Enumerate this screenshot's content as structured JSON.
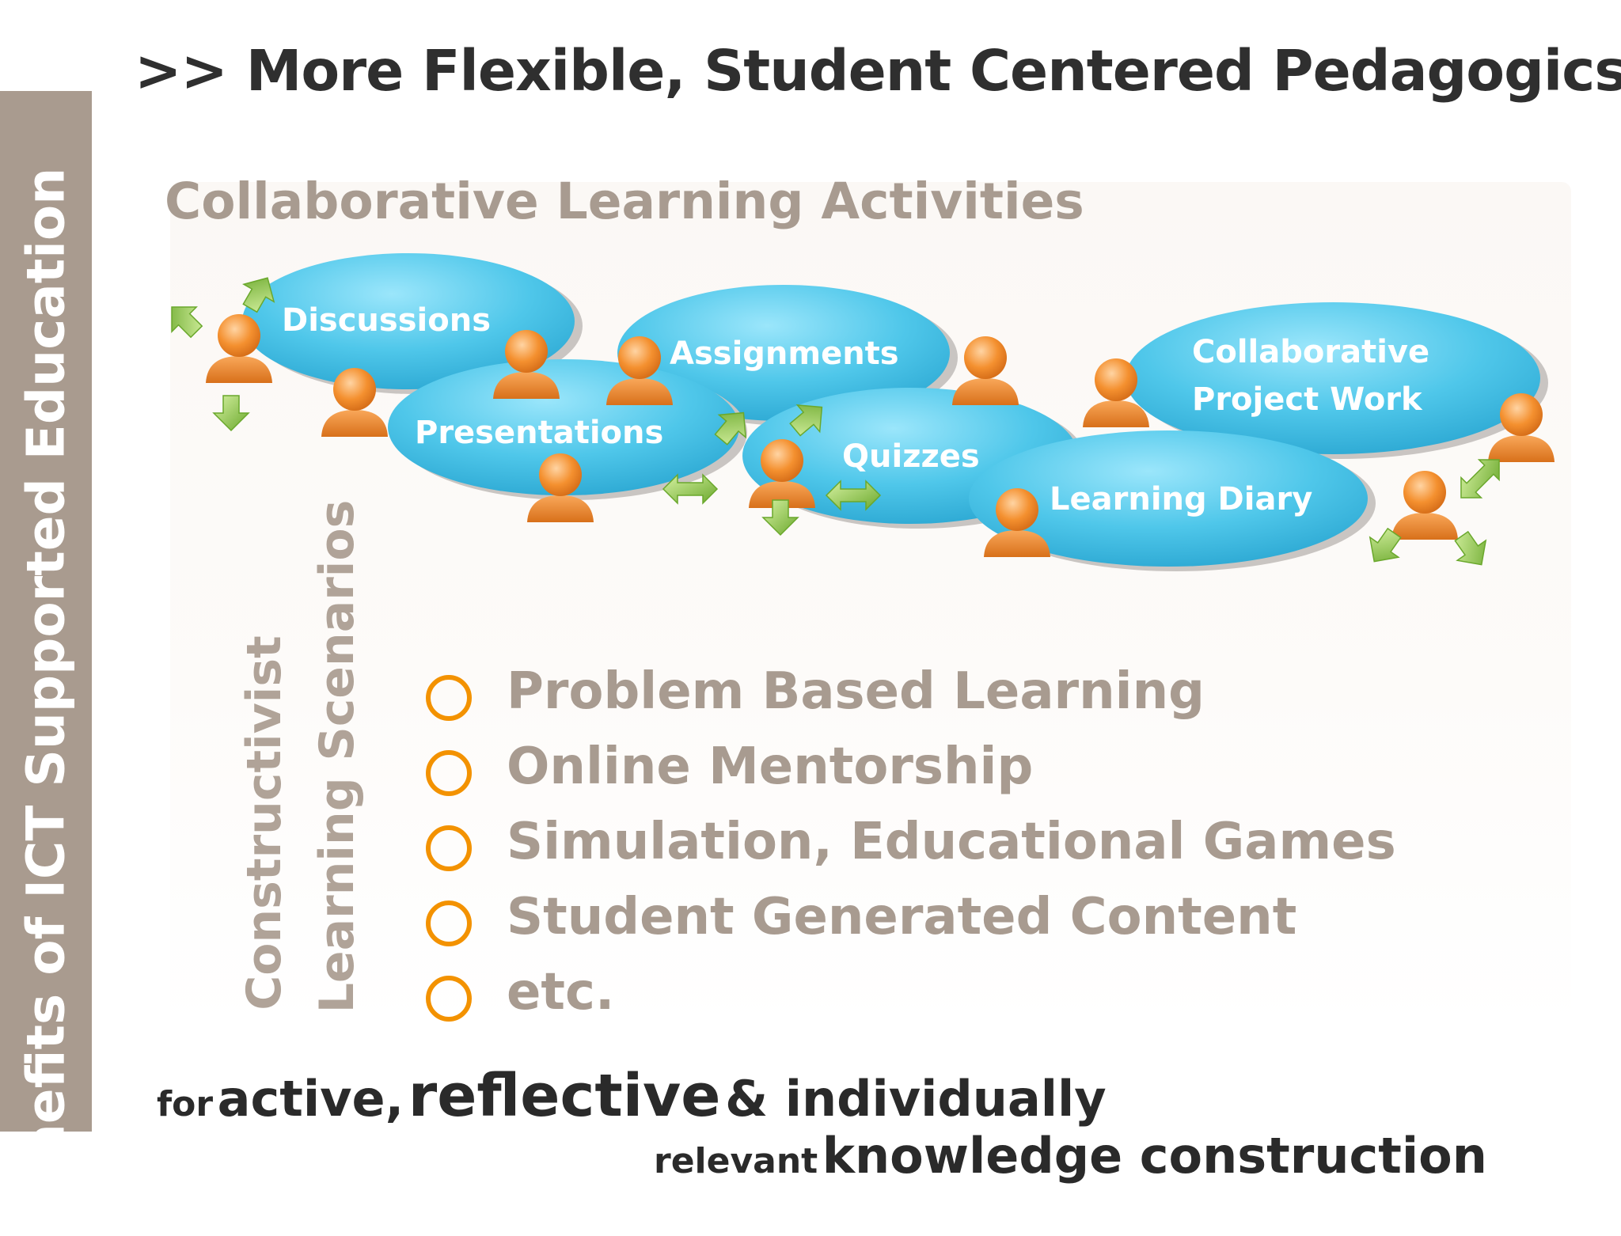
{
  "sidebar": {
    "title": "Benefits of ICT Supported Education"
  },
  "header": {
    "title": ">> More Flexible, Student Centered Pedagogics"
  },
  "activities": {
    "heading": "Collaborative Learning Activities",
    "items": [
      {
        "label": "Discussions"
      },
      {
        "label": "Assignments"
      },
      {
        "label": "Presentations"
      },
      {
        "label": "Quizzes"
      },
      {
        "label_line1": "Collaborative",
        "label_line2": "Project Work"
      },
      {
        "label": "Learning Diary"
      }
    ]
  },
  "scenarios": {
    "label_line1": "Constructivist",
    "label_line2": "Learning Scenarios",
    "items": [
      "Problem Based Learning",
      "Online Mentorship",
      "Simulation, Educational Games",
      "Student Generated Content",
      "etc."
    ]
  },
  "tagline": {
    "line1": {
      "w1": "for",
      "w2": "active,",
      "w3": "reflective",
      "w4": "& individually"
    },
    "line2": {
      "w1": "relevant",
      "w2": "knowledge construction"
    }
  },
  "colors": {
    "sidebar": "#a99b8f",
    "bubble": "#4fc7ea",
    "person": "#f4902f",
    "arrow": "#8dc63f",
    "bullet": "#f39200",
    "muted_text": "#a89b90"
  }
}
